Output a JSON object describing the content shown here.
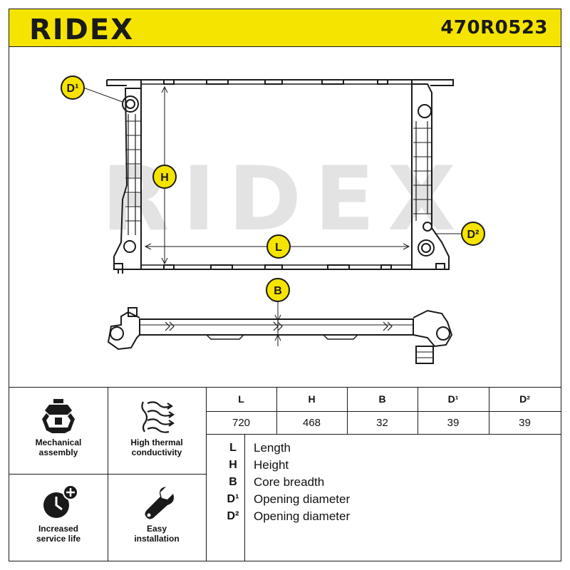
{
  "header": {
    "brand": "RIDEX",
    "part_number": "470R0523",
    "color": "#f5e400"
  },
  "drawing": {
    "watermark": "RIDEX",
    "callouts": {
      "d1": "D¹",
      "d2": "D²",
      "h": "H",
      "l": "L",
      "b": "B"
    }
  },
  "features": [
    {
      "icon": "mechanical-assembly-icon",
      "label": "Mechanical\nassembly"
    },
    {
      "icon": "high-thermal-conductivity-icon",
      "label": "High thermal\nconductivity"
    },
    {
      "icon": "increased-service-life-icon",
      "label": "Increased\nservice life"
    },
    {
      "icon": "easy-installation-icon",
      "label": "Easy\ninstallation"
    }
  ],
  "dimensions": {
    "headers": [
      "L",
      "H",
      "B",
      "D¹",
      "D²"
    ],
    "values": [
      "720",
      "468",
      "32",
      "39",
      "39"
    ]
  },
  "legend": [
    {
      "key": "L",
      "text": "Length"
    },
    {
      "key": "H",
      "text": "Height"
    },
    {
      "key": "B",
      "text": "Core breadth"
    },
    {
      "key": "D¹",
      "text": "Opening diameter"
    },
    {
      "key": "D²",
      "text": "Opening diameter"
    }
  ]
}
